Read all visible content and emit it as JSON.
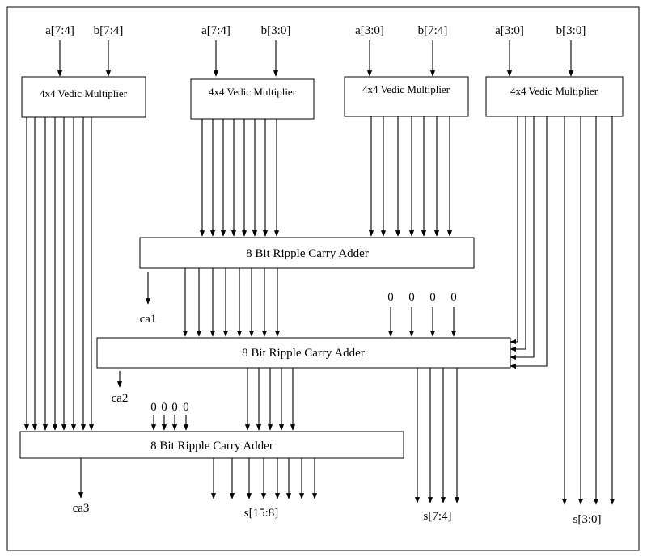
{
  "multipliers": [
    {
      "label": "4x4 Vedic Multiplier",
      "in_a": "a[7:4]",
      "in_b": "b[7:4]"
    },
    {
      "label": "4x4 Vedic Multiplier",
      "in_a": "a[7:4]",
      "in_b": "b[3:0]"
    },
    {
      "label": "4x4 Vedic Multiplier",
      "in_a": "a[3:0]",
      "in_b": "b[7:4]"
    },
    {
      "label": "4x4 Vedic Multiplier",
      "in_a": "a[3:0]",
      "in_b": "b[3:0]"
    }
  ],
  "adders": [
    {
      "label": "8 Bit Ripple Carry Adder",
      "carry": "ca1"
    },
    {
      "label": "8 Bit Ripple Carry Adder",
      "carry": "ca2"
    },
    {
      "label": "8 Bit Ripple Carry Adder",
      "carry": "ca3"
    }
  ],
  "zero_inputs": {
    "adder2": [
      "0",
      "0",
      "0",
      "0"
    ],
    "adder3": [
      "0",
      "0",
      "0",
      "0"
    ]
  },
  "outputs": {
    "s_15_8": "s[15:8]",
    "s_7_4": "s[7:4]",
    "s_3_0": "s[3:0]"
  }
}
